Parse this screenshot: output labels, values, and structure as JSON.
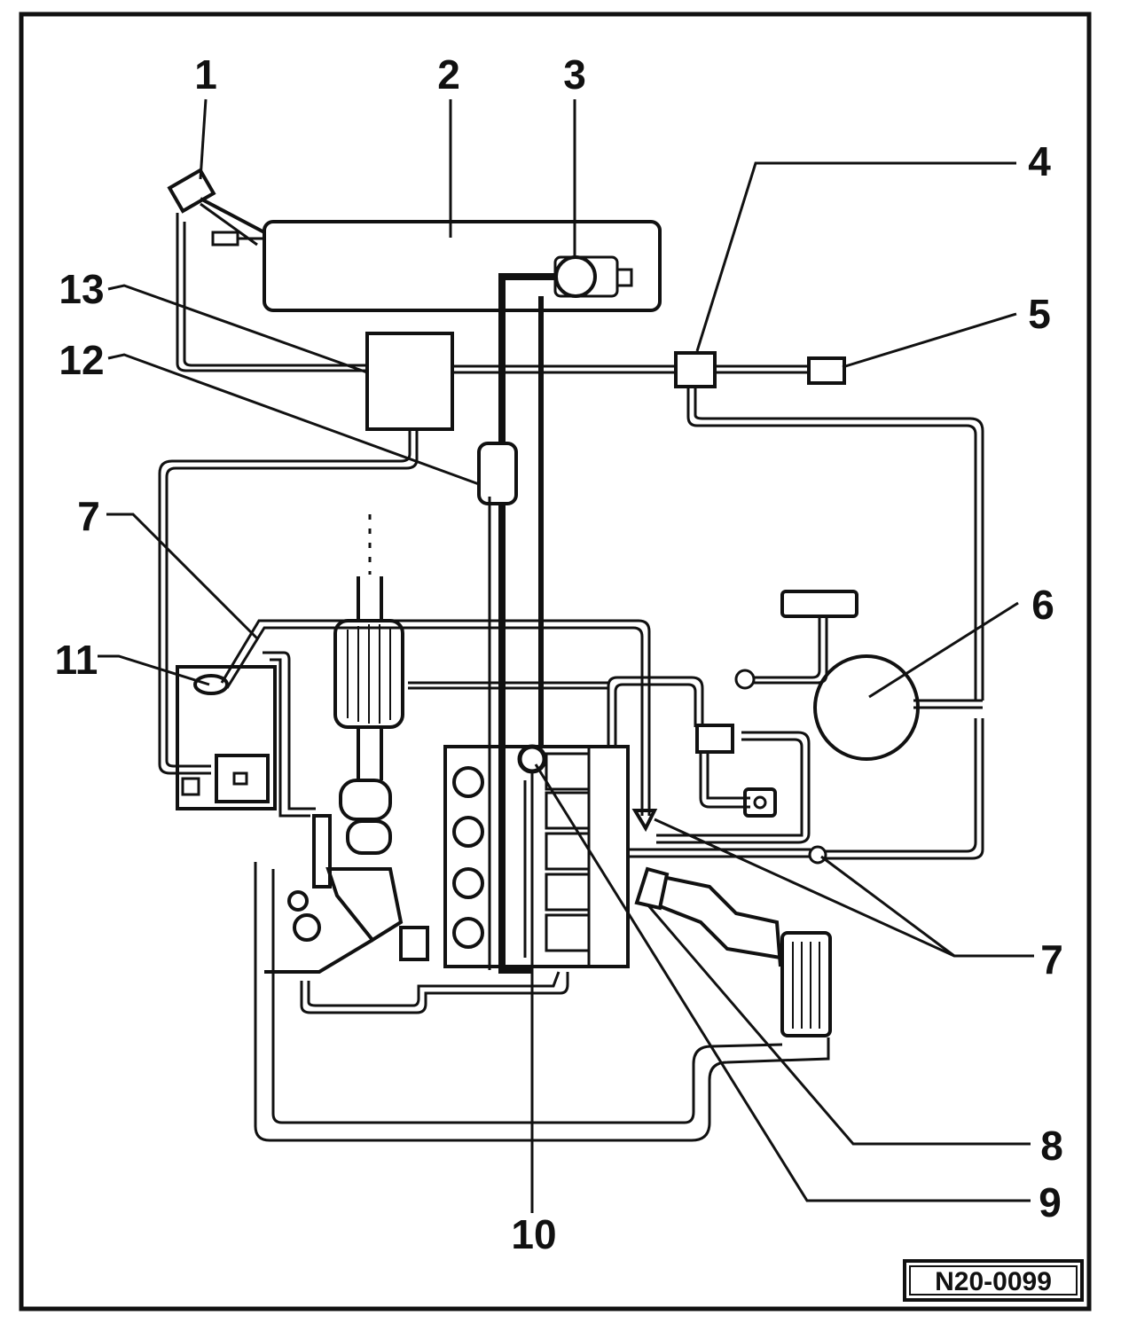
{
  "callouts": {
    "c1": "1",
    "c2": "2",
    "c3": "3",
    "c4": "4",
    "c5": "5",
    "c6": "6",
    "c7a": "7",
    "c7b": "7",
    "c8": "8",
    "c9": "9",
    "c10": "10",
    "c11": "11",
    "c12": "12",
    "c13": "13"
  },
  "figure_ref": "N20-0099"
}
